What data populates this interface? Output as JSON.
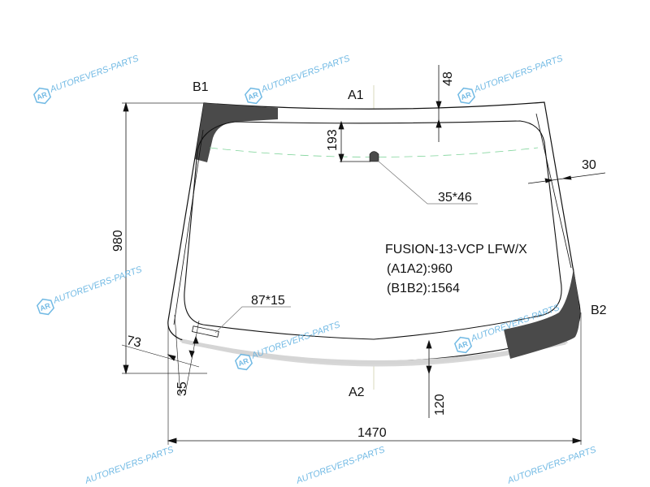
{
  "drawing": {
    "model": "FUSION-13-VCP LFW/X",
    "a1a2": "(A1A2):960",
    "b1b2": "(B1B2):1564",
    "points": {
      "a1": "A1",
      "a2": "A2",
      "b1": "B1",
      "b2": "B2"
    },
    "dimensions": {
      "height": "980",
      "width": "1470",
      "top_band": "48",
      "sensor_offset": "193",
      "side_band": "30",
      "bottom_band": "120",
      "left_edge": "73",
      "left_bottom": "35",
      "sensor_size": "35*46",
      "vin_size": "87*15"
    }
  },
  "watermark": {
    "text": "AUTOREVERS-PARTS",
    "logo": "AR"
  },
  "colors": {
    "frit": "#4a4a4a",
    "strip": "#d8d8d8",
    "watermark": "#5aaee0",
    "shade_line": "#7fd49a"
  }
}
